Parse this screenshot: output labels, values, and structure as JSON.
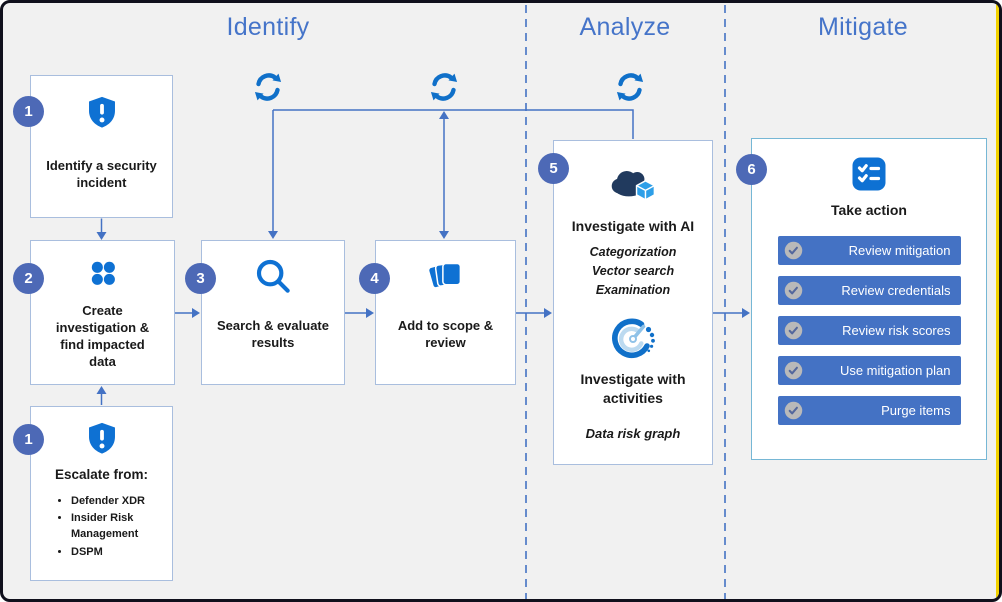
{
  "phases": [
    {
      "label": "Identify"
    },
    {
      "label": "Analyze"
    },
    {
      "label": "Mitigate"
    }
  ],
  "steps": {
    "identify_incident": {
      "number": "1",
      "title": "Identify a security incident"
    },
    "create_investigation": {
      "number": "2",
      "title": "Create investigation & find impacted data"
    },
    "escalate": {
      "number": "1",
      "title": "Escalate from:",
      "bullets": [
        "Defender XDR",
        "Insider Risk Management",
        "DSPM"
      ]
    },
    "search_evaluate": {
      "number": "3",
      "title": "Search & evaluate results"
    },
    "add_scope": {
      "number": "4",
      "title": "Add to scope & review"
    },
    "investigate": {
      "number": "5",
      "ai_title": "Investigate with AI",
      "ai_methods": [
        "Categorization",
        "Vector search",
        "Examination"
      ],
      "activities_title": "Investigate with activities",
      "activities_method": "Data risk graph"
    },
    "take_action": {
      "number": "6",
      "title": "Take action",
      "actions": [
        "Review mitigation",
        "Review credentials",
        "Review risk scores",
        "Use mitigation plan",
        "Purge items"
      ]
    }
  },
  "colors": {
    "accent": "#4472c4",
    "icon_blue": "#0e71d3",
    "badge": "#4d69b6",
    "box_border": "#a9bede",
    "action_box_border": "#76b7d5",
    "button": "#4472c4",
    "background": "#f1f1f1",
    "edge_highlight": "#f2d200"
  }
}
